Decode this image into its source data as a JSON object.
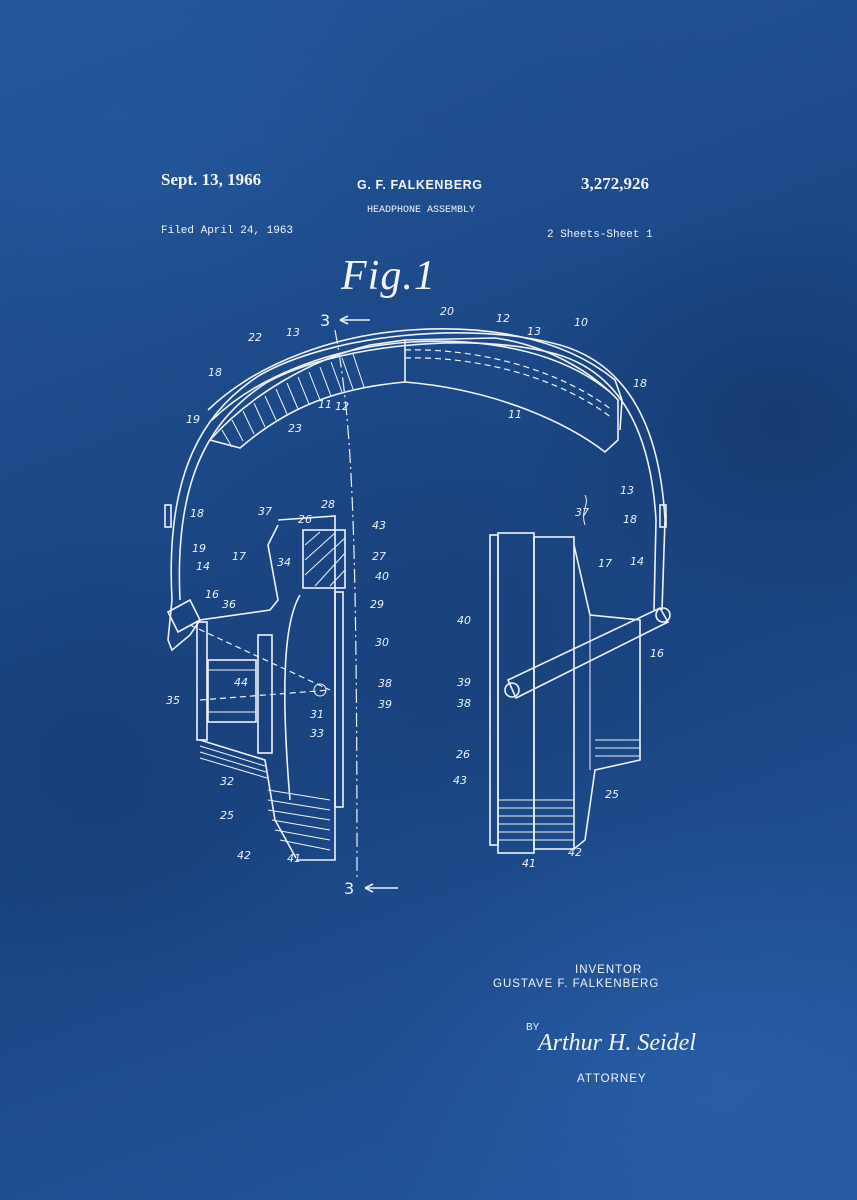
{
  "header": {
    "date": "Sept. 13, 1966",
    "inventor": "G. F. FALKENBERG",
    "patent_number": "3,272,926",
    "title": "HEADPHONE ASSEMBLY",
    "filed": "Filed April 24, 1963",
    "sheets": "2 Sheets-Sheet 1"
  },
  "figure": {
    "label": "Fig.1",
    "section_marker": "3",
    "references": {
      "r10": "10",
      "r11a": "11",
      "r11b": "11",
      "r12a": "12",
      "r12b": "12",
      "r13a": "13",
      "r13b": "13",
      "r13c": "13",
      "r14a": "14",
      "r14b": "14",
      "r16a": "16",
      "r16b": "16",
      "r17a": "17",
      "r17b": "17",
      "r18a": "18",
      "r18b": "18",
      "r18c": "18",
      "r18d": "18",
      "r19a": "19",
      "r19b": "19",
      "r20": "20",
      "r22": "22",
      "r23": "23",
      "r25a": "25",
      "r25b": "25",
      "r26a": "26",
      "r26b": "26",
      "r27": "27",
      "r28": "28",
      "r29": "29",
      "r30": "30",
      "r31": "31",
      "r32": "32",
      "r33": "33",
      "r34": "34",
      "r35": "35",
      "r36": "36",
      "r37a": "37",
      "r37b": "37",
      "r38a": "38",
      "r38b": "38",
      "r39a": "39",
      "r39b": "39",
      "r40a": "40",
      "r40b": "40",
      "r41a": "41",
      "r41b": "41",
      "r42a": "42",
      "r42b": "42",
      "r43a": "43",
      "r43b": "43",
      "r44": "44"
    }
  },
  "footer": {
    "inventor_label": "INVENTOR",
    "inventor_name": "GUSTAVE F. FALKENBERG",
    "by": "BY",
    "signature": "Arthur H. Seidel",
    "attorney_label": "ATTORNEY"
  },
  "colors": {
    "background": "#1f4f8f",
    "ink": "#eef2f8"
  }
}
